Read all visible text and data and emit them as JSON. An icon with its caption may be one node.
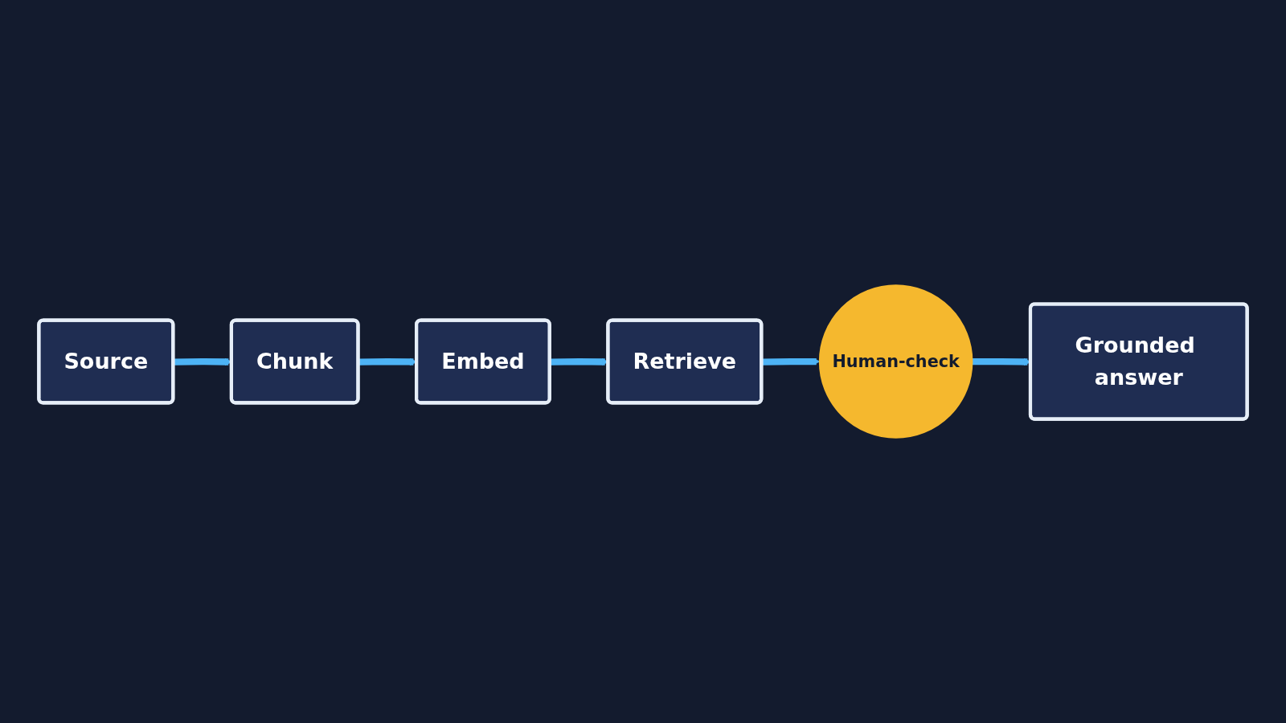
{
  "diagram": {
    "nodes": [
      {
        "text": [
          "Source"
        ]
      },
      {
        "text": [
          "Chunk"
        ]
      },
      {
        "text": [
          "Embed"
        ]
      },
      {
        "text": [
          "Retrieve"
        ]
      },
      {
        "text": [
          "Human-check"
        ]
      },
      {
        "text": [
          "Grounded answer"
        ]
      }
    ],
    "edges": [
      {
        "from": 0,
        "to": 1,
        "arrow": "to"
      },
      {
        "from": 1,
        "to": 2,
        "arrow": "to"
      },
      {
        "from": 2,
        "to": 3,
        "arrow": "to"
      },
      {
        "from": 3,
        "to": 4,
        "arrow": "to"
      },
      {
        "from": 4,
        "to": 5,
        "arrow": "to"
      }
    ]
  }
}
